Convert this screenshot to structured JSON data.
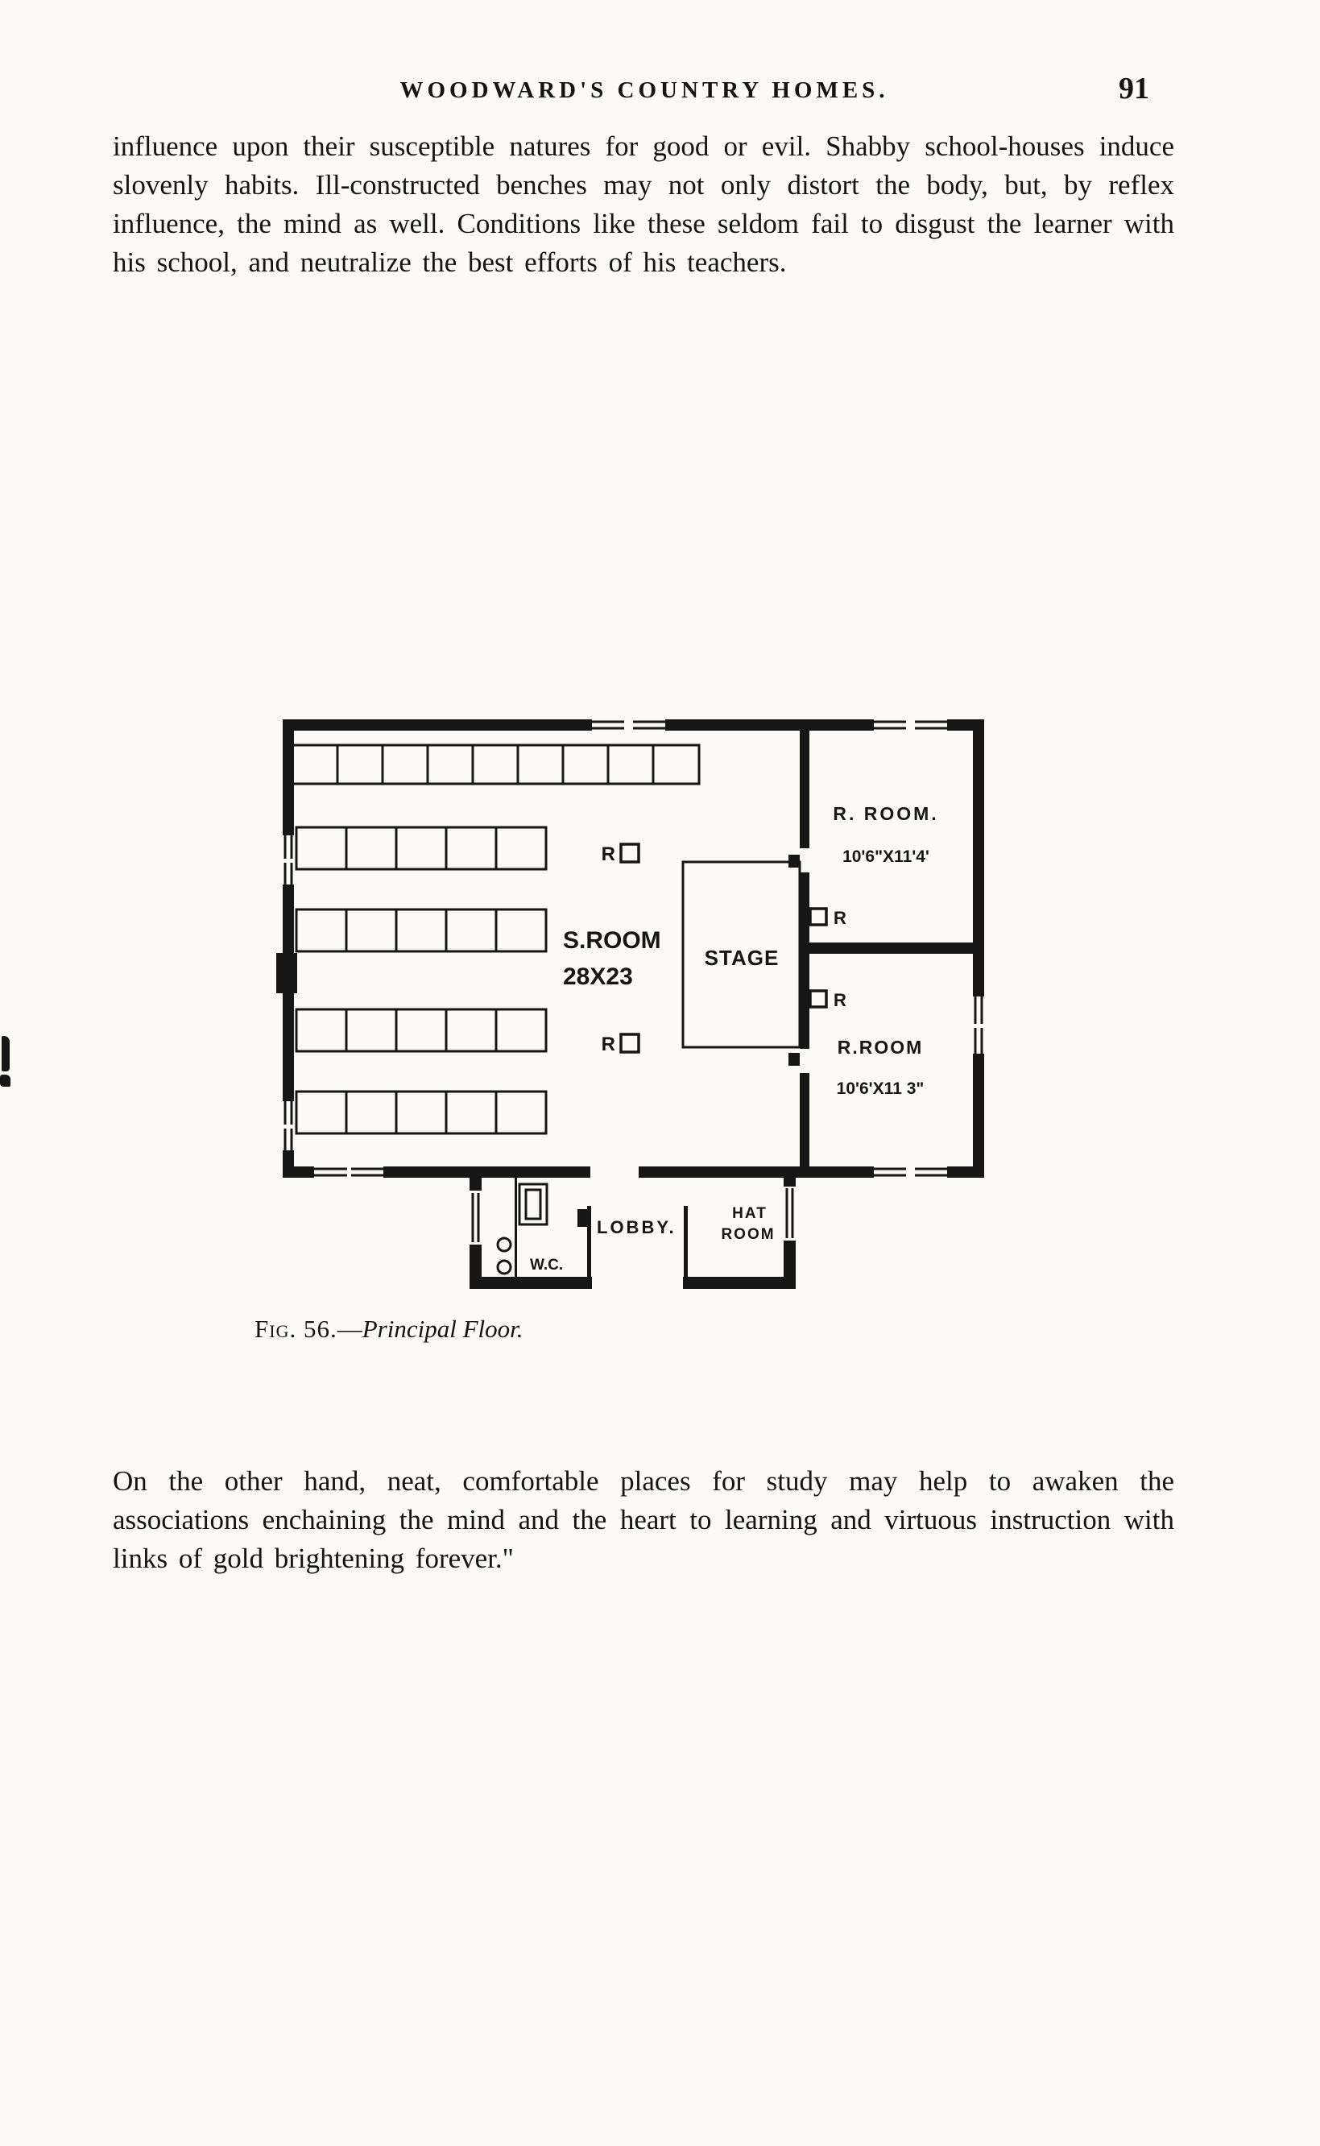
{
  "page": {
    "header": {
      "title": "WOODWARD'S COUNTRY HOMES.",
      "page_number": "91"
    },
    "paragraphs": {
      "p1": "influence upon their susceptible natures for good or evil.  Shabby school-houses induce slovenly habits.  Ill-constructed benches may not only distort the body, but, by reflex influence, the mind as well.  Conditions like these seldom fail to disgust the learner with his school, and neutralize the best efforts of his teachers.",
      "p2": "On the other hand, neat, comfortable places for study may help to awaken the associations enchaining the mind and the heart to learning and virtuous instruction with links of gold brightening forever.\""
    },
    "figure": {
      "caption": {
        "label": "Fig. 56.",
        "separator": "—",
        "title": "Principal Floor."
      },
      "plan": {
        "s_room": "S.ROOM",
        "s_room_dim": "28X23",
        "stage": "STAGE",
        "r_room_upper": "R. ROOM.",
        "r_room_upper_dim": "10'6\"X11'4'",
        "r_room_lower": "R.ROOM",
        "r_room_lower_dim": "10'6'X11 3\"",
        "register": "R",
        "wc": "W.C.",
        "lobby": "LOBBY.",
        "hat_line1": "HAT",
        "hat_line2": "ROOM"
      }
    }
  }
}
